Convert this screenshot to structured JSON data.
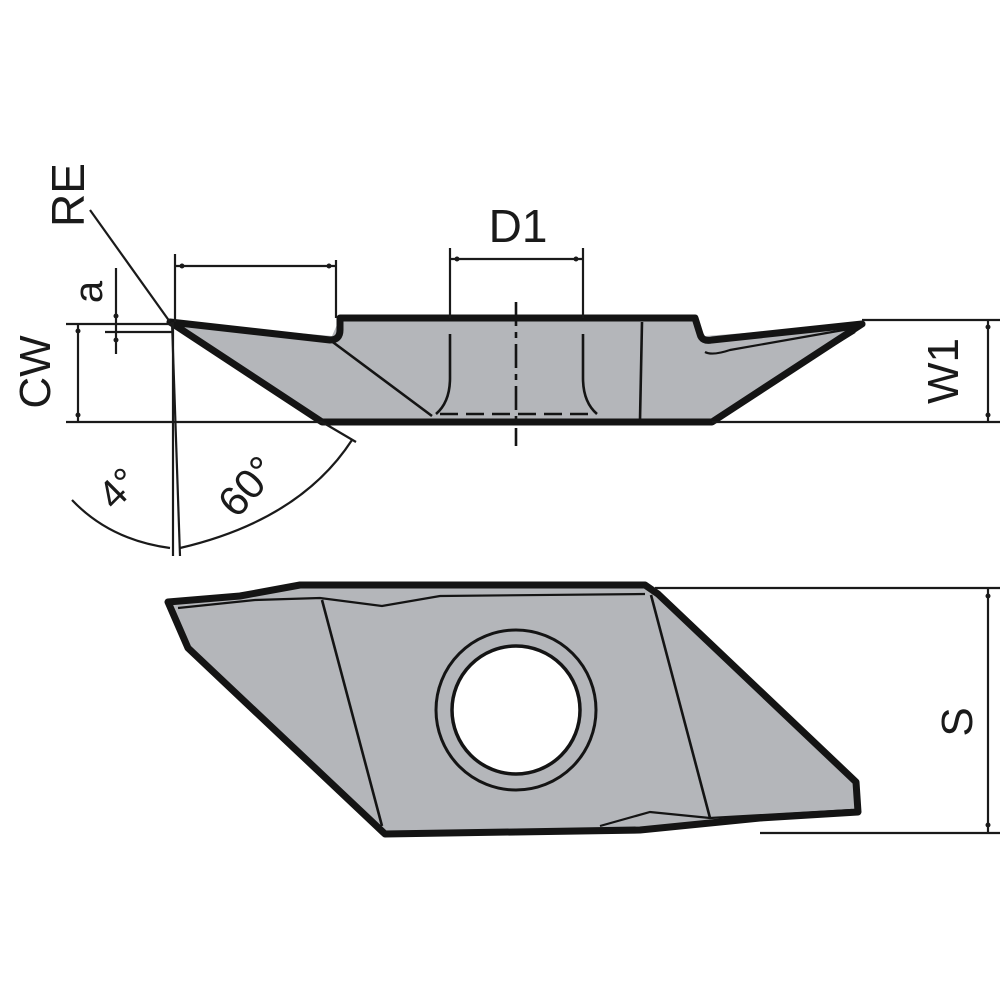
{
  "diagram": {
    "type": "technical-drawing",
    "subject": "grooving / cut-off insert",
    "colors": {
      "insert_fill": "#b4b6ba",
      "outline": "#141414",
      "background": "#ffffff",
      "hole": "#ffffff"
    },
    "side_view": {
      "labels": {
        "re": "RE",
        "a": "a",
        "cw": "CW",
        "d1": "D1",
        "w1": "W1",
        "angle_4": "4°",
        "angle_60": "60°"
      }
    },
    "top_view": {
      "labels": {
        "s": "S"
      }
    }
  }
}
